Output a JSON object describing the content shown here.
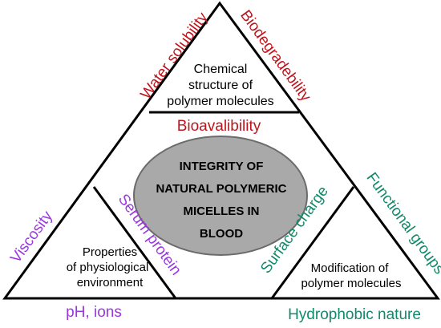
{
  "center": {
    "lines": [
      "INTEGRITY OF",
      "NATURAL POLYMERIC",
      "MICELLES IN",
      "BLOOD"
    ]
  },
  "top_section": {
    "lines": [
      "Chemical",
      "structure of",
      "polymer molecules"
    ],
    "left_label": "Water solubility",
    "right_label": "Biodegradebility",
    "bottom_label": "Bioavalibility"
  },
  "left_section": {
    "lines": [
      "Properties",
      "of physiological",
      "environment"
    ],
    "left_label": "Viscosity",
    "right_label": "Serum protein",
    "bottom_label": "pH, ions"
  },
  "right_section": {
    "lines": [
      "Modification of",
      "polymer molecules"
    ],
    "left_label": "Surface charge",
    "right_label": "Functional groups",
    "bottom_label": "Hydrophobic nature"
  },
  "colors": {
    "red": "#c0141c",
    "purple": "#9b37e0",
    "green": "#13896a",
    "ellipse_fill": "#a9a9a9",
    "ellipse_stroke": "#6b6b6b",
    "line": "#000000"
  }
}
